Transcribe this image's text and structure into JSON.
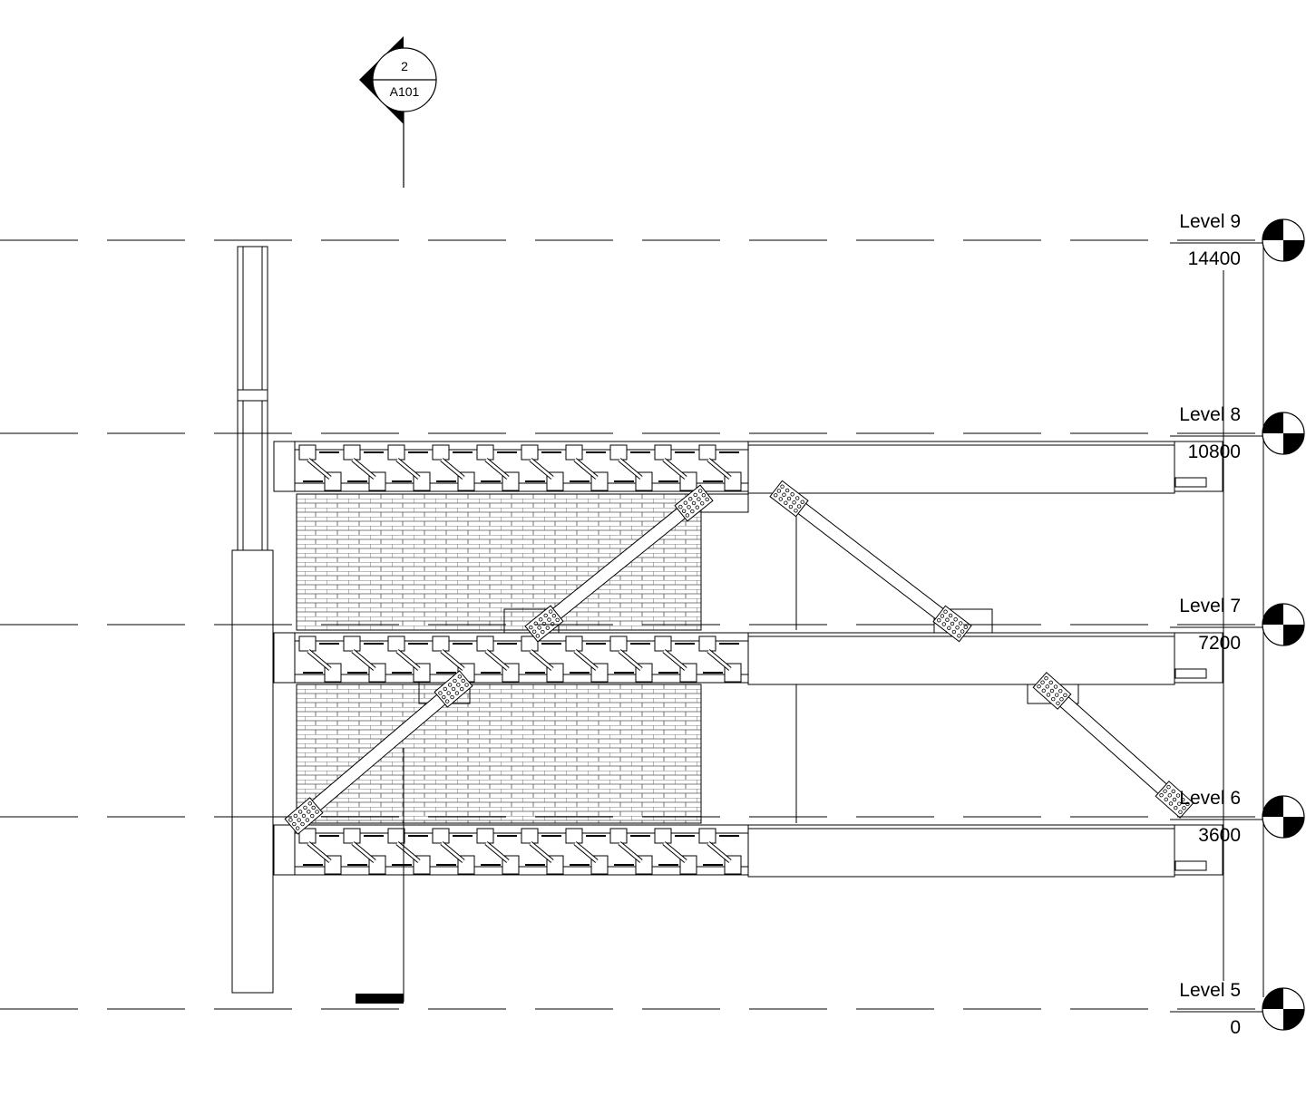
{
  "section_marker": {
    "number": "2",
    "sheet": "A101"
  },
  "levels": [
    {
      "name": "Level 9",
      "elevation": "14400"
    },
    {
      "name": "Level 8",
      "elevation": "10800"
    },
    {
      "name": "Level 7",
      "elevation": "7200"
    },
    {
      "name": "Level 6",
      "elevation": "3600"
    },
    {
      "name": "Level 5",
      "elevation": "0"
    }
  ],
  "colors": {
    "line": "#000000",
    "background": "#ffffff"
  }
}
